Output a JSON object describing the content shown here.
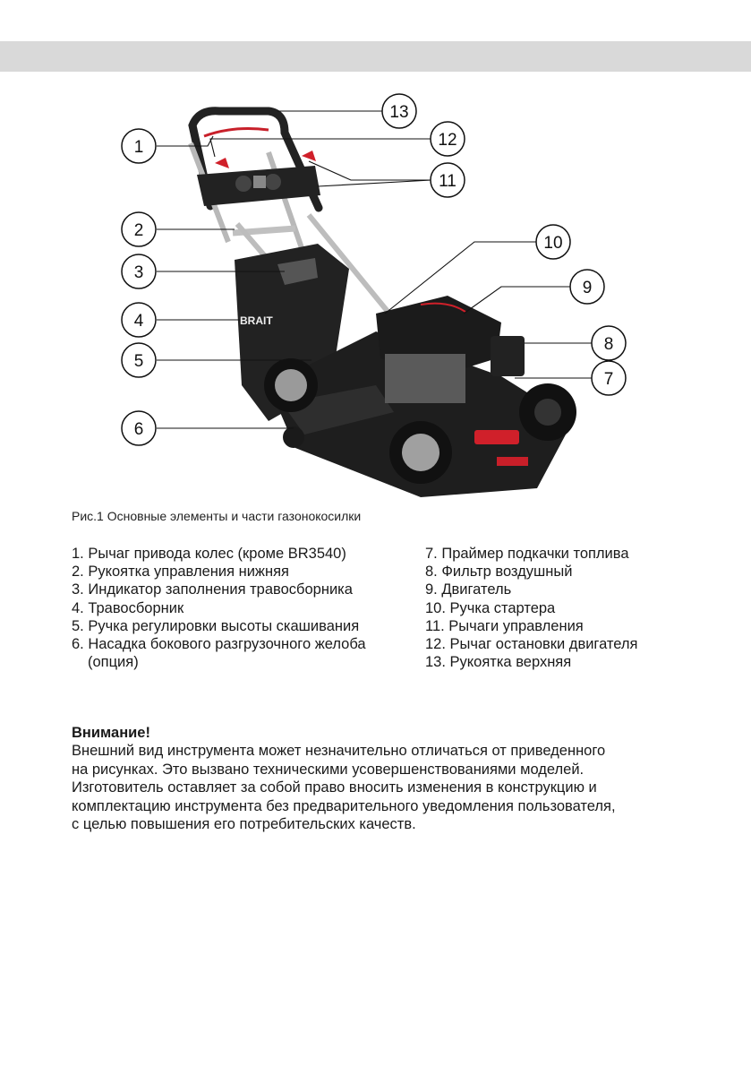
{
  "figure": {
    "caption": "Рис.1 Основные элементы и части газонокосилки",
    "brand_label": "BRAIT",
    "callouts": [
      "1",
      "2",
      "3",
      "4",
      "5",
      "6",
      "7",
      "8",
      "9",
      "10",
      "11",
      "12",
      "13"
    ]
  },
  "legend": {
    "left": [
      "1. Рычаг привода колес (кроме BR3540)",
      "2. Рукоятка управления нижняя",
      "3. Индикатор заполнения травосборника",
      "4. Травосборник",
      "5. Ручка регулировки высоты скашивания",
      "6. Насадка бокового разгрузочного желоба",
      "(опция)"
    ],
    "right": [
      "7. Праймер подкачки топлива",
      "8. Фильтр воздушный",
      "9. Двигатель",
      "10. Ручка стартера",
      "11. Рычаги управления",
      "12. Рычаг остановки двигателя",
      "13. Рукоятка верхняя"
    ]
  },
  "notice": {
    "title": "Внимание!",
    "lines": [
      "Внешний вид инструмента может незначительно отличаться от приведенного",
      "на рисунках. Это вызвано техническими усовершенствованиями моделей.",
      "Изготовитель оставляет за собой право вносить изменения в конструкцию и",
      "комплектацию инструмента без предварительного уведомления пользователя,",
      "с целью повышения его потребительских качеств."
    ]
  },
  "colors": {
    "header_bar": "#d9d9d9",
    "mower_body": "#1e1e1e",
    "accent_red": "#d0202a"
  }
}
